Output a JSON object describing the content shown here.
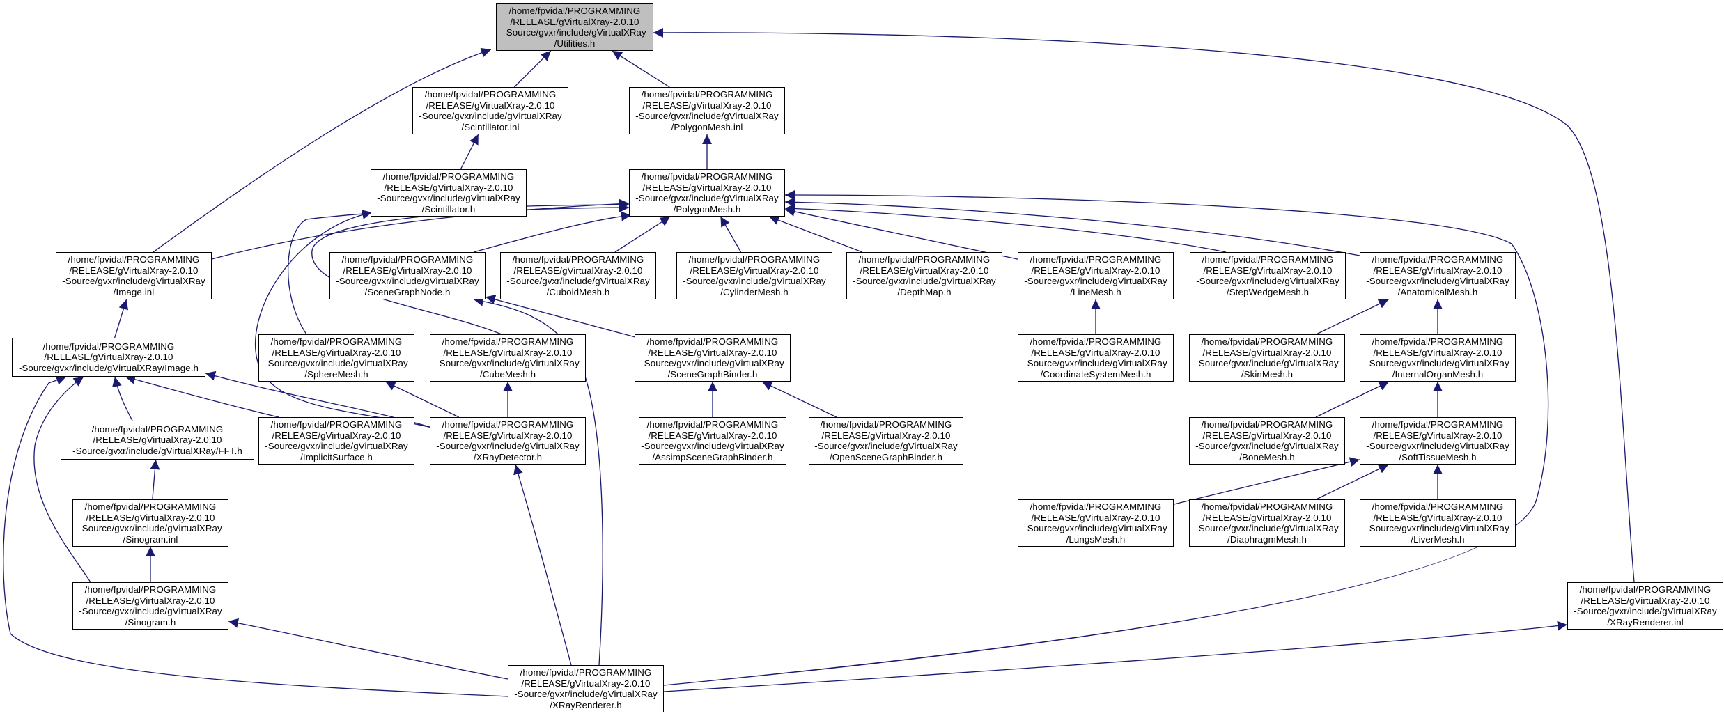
{
  "graph": {
    "edge_color": "#191970",
    "current_node_fill": "#bfbfbf",
    "nodes": [
      {
        "id": "utilities_h",
        "name": "graph-node-utilities-h",
        "label": "/home/fpvidal/PROGRAMMING\n/RELEASE/gVirtualXray-2.0.10\n-Source/gvxr/include/gVirtualXRay\n/Utilities.h",
        "current": true
      },
      {
        "id": "scintillator_inl",
        "name": "graph-node-scintillator-inl",
        "label": "/home/fpvidal/PROGRAMMING\n/RELEASE/gVirtualXray-2.0.10\n-Source/gvxr/include/gVirtualXRay\n/Scintillator.inl"
      },
      {
        "id": "polygonmesh_inl",
        "name": "graph-node-polygonmesh-inl",
        "label": "/home/fpvidal/PROGRAMMING\n/RELEASE/gVirtualXray-2.0.10\n-Source/gvxr/include/gVirtualXRay\n/PolygonMesh.inl"
      },
      {
        "id": "scintillator_h",
        "name": "graph-node-scintillator-h",
        "label": "/home/fpvidal/PROGRAMMING\n/RELEASE/gVirtualXray-2.0.10\n-Source/gvxr/include/gVirtualXRay\n/Scintillator.h"
      },
      {
        "id": "polygonmesh_h",
        "name": "graph-node-polygonmesh-h",
        "label": "/home/fpvidal/PROGRAMMING\n/RELEASE/gVirtualXray-2.0.10\n-Source/gvxr/include/gVirtualXRay\n/PolygonMesh.h"
      },
      {
        "id": "image_inl",
        "name": "graph-node-image-inl",
        "label": "/home/fpvidal/PROGRAMMING\n/RELEASE/gVirtualXray-2.0.10\n-Source/gvxr/include/gVirtualXRay\n/Image.inl"
      },
      {
        "id": "scenegraphnode_h",
        "name": "graph-node-scenegraphnode-h",
        "label": "/home/fpvidal/PROGRAMMING\n/RELEASE/gVirtualXray-2.0.10\n-Source/gvxr/include/gVirtualXRay\n/SceneGraphNode.h"
      },
      {
        "id": "cuboidmesh_h",
        "name": "graph-node-cuboidmesh-h",
        "label": "/home/fpvidal/PROGRAMMING\n/RELEASE/gVirtualXray-2.0.10\n-Source/gvxr/include/gVirtualXRay\n/CuboidMesh.h"
      },
      {
        "id": "cylindermesh_h",
        "name": "graph-node-cylindermesh-h",
        "label": "/home/fpvidal/PROGRAMMING\n/RELEASE/gVirtualXray-2.0.10\n-Source/gvxr/include/gVirtualXRay\n/CylinderMesh.h"
      },
      {
        "id": "depthmap_h",
        "name": "graph-node-depthmap-h",
        "label": "/home/fpvidal/PROGRAMMING\n/RELEASE/gVirtualXray-2.0.10\n-Source/gvxr/include/gVirtualXRay\n/DepthMap.h"
      },
      {
        "id": "linemesh_h",
        "name": "graph-node-linemesh-h",
        "label": "/home/fpvidal/PROGRAMMING\n/RELEASE/gVirtualXray-2.0.10\n-Source/gvxr/include/gVirtualXRay\n/LineMesh.h"
      },
      {
        "id": "stepwedgemesh_h",
        "name": "graph-node-stepwedgemesh-h",
        "label": "/home/fpvidal/PROGRAMMING\n/RELEASE/gVirtualXray-2.0.10\n-Source/gvxr/include/gVirtualXRay\n/StepWedgeMesh.h"
      },
      {
        "id": "anatomicalmesh_h",
        "name": "graph-node-anatomicalmesh-h",
        "label": "/home/fpvidal/PROGRAMMING\n/RELEASE/gVirtualXray-2.0.10\n-Source/gvxr/include/gVirtualXRay\n/AnatomicalMesh.h"
      },
      {
        "id": "image_h",
        "name": "graph-node-image-h",
        "label": "/home/fpvidal/PROGRAMMING\n/RELEASE/gVirtualXray-2.0.10\n-Source/gvxr/include/gVirtualXRay/Image.h"
      },
      {
        "id": "spheremesh_h",
        "name": "graph-node-spheremesh-h",
        "label": "/home/fpvidal/PROGRAMMING\n/RELEASE/gVirtualXray-2.0.10\n-Source/gvxr/include/gVirtualXRay\n/SphereMesh.h"
      },
      {
        "id": "cubemesh_h",
        "name": "graph-node-cubemesh-h",
        "label": "/home/fpvidal/PROGRAMMING\n/RELEASE/gVirtualXray-2.0.10\n-Source/gvxr/include/gVirtualXRay\n/CubeMesh.h"
      },
      {
        "id": "scenegraphbinder_h",
        "name": "graph-node-scenegraphbinder-h",
        "label": "/home/fpvidal/PROGRAMMING\n/RELEASE/gVirtualXray-2.0.10\n-Source/gvxr/include/gVirtualXRay\n/SceneGraphBinder.h"
      },
      {
        "id": "coordinatesystemmesh_h",
        "name": "graph-node-coordinatesystemmesh-h",
        "label": "/home/fpvidal/PROGRAMMING\n/RELEASE/gVirtualXray-2.0.10\n-Source/gvxr/include/gVirtualXRay\n/CoordinateSystemMesh.h"
      },
      {
        "id": "skinmesh_h",
        "name": "graph-node-skinmesh-h",
        "label": "/home/fpvidal/PROGRAMMING\n/RELEASE/gVirtualXray-2.0.10\n-Source/gvxr/include/gVirtualXRay\n/SkinMesh.h"
      },
      {
        "id": "internalorganmesh_h",
        "name": "graph-node-internalorganmesh-h",
        "label": "/home/fpvidal/PROGRAMMING\n/RELEASE/gVirtualXray-2.0.10\n-Source/gvxr/include/gVirtualXRay\n/InternalOrganMesh.h"
      },
      {
        "id": "fft_h",
        "name": "graph-node-fft-h",
        "label": "/home/fpvidal/PROGRAMMING\n/RELEASE/gVirtualXray-2.0.10\n-Source/gvxr/include/gVirtualXRay/FFT.h"
      },
      {
        "id": "implicitsurface_h",
        "name": "graph-node-implicitsurface-h",
        "label": "/home/fpvidal/PROGRAMMING\n/RELEASE/gVirtualXray-2.0.10\n-Source/gvxr/include/gVirtualXRay\n/ImplicitSurface.h"
      },
      {
        "id": "xraydetector_h",
        "name": "graph-node-xraydetector-h",
        "label": "/home/fpvidal/PROGRAMMING\n/RELEASE/gVirtualXray-2.0.10\n-Source/gvxr/include/gVirtualXRay\n/XRayDetector.h"
      },
      {
        "id": "assimpscenegraphbinder_h",
        "name": "graph-node-assimpscenegraphbinder-h",
        "label": "/home/fpvidal/PROGRAMMING\n/RELEASE/gVirtualXray-2.0.10\n-Source/gvxr/include/gVirtualXRay\n/AssimpSceneGraphBinder.h"
      },
      {
        "id": "openscenegraphbinder_h",
        "name": "graph-node-openscenegraphbinder-h",
        "label": "/home/fpvidal/PROGRAMMING\n/RELEASE/gVirtualXray-2.0.10\n-Source/gvxr/include/gVirtualXRay\n/OpenSceneGraphBinder.h"
      },
      {
        "id": "bonemesh_h",
        "name": "graph-node-bonemesh-h",
        "label": "/home/fpvidal/PROGRAMMING\n/RELEASE/gVirtualXray-2.0.10\n-Source/gvxr/include/gVirtualXRay\n/BoneMesh.h"
      },
      {
        "id": "softtissuemesh_h",
        "name": "graph-node-softtissuemesh-h",
        "label": "/home/fpvidal/PROGRAMMING\n/RELEASE/gVirtualXray-2.0.10\n-Source/gvxr/include/gVirtualXRay\n/SoftTissueMesh.h"
      },
      {
        "id": "sinogram_inl",
        "name": "graph-node-sinogram-inl",
        "label": "/home/fpvidal/PROGRAMMING\n/RELEASE/gVirtualXray-2.0.10\n-Source/gvxr/include/gVirtualXRay\n/Sinogram.inl"
      },
      {
        "id": "lungsmesh_h",
        "name": "graph-node-lungsmesh-h",
        "label": "/home/fpvidal/PROGRAMMING\n/RELEASE/gVirtualXray-2.0.10\n-Source/gvxr/include/gVirtualXRay\n/LungsMesh.h"
      },
      {
        "id": "diaphragmmesh_h",
        "name": "graph-node-diaphragmmesh-h",
        "label": "/home/fpvidal/PROGRAMMING\n/RELEASE/gVirtualXray-2.0.10\n-Source/gvxr/include/gVirtualXRay\n/DiaphragmMesh.h"
      },
      {
        "id": "livermesh_h",
        "name": "graph-node-livermesh-h",
        "label": "/home/fpvidal/PROGRAMMING\n/RELEASE/gVirtualXray-2.0.10\n-Source/gvxr/include/gVirtualXRay\n/LiverMesh.h"
      },
      {
        "id": "sinogram_h",
        "name": "graph-node-sinogram-h",
        "label": "/home/fpvidal/PROGRAMMING\n/RELEASE/gVirtualXray-2.0.10\n-Source/gvxr/include/gVirtualXRay\n/Sinogram.h"
      },
      {
        "id": "xrayrenderer_inl",
        "name": "graph-node-xrayrenderer-inl",
        "label": "/home/fpvidal/PROGRAMMING\n/RELEASE/gVirtualXray-2.0.10\n-Source/gvxr/include/gVirtualXRay\n/XRayRenderer.inl"
      },
      {
        "id": "xrayrenderer_h",
        "name": "graph-node-xrayrenderer-h",
        "label": "/home/fpvidal/PROGRAMMING\n/RELEASE/gVirtualXray-2.0.10\n-Source/gvxr/include/gVirtualXRay\n/XRayRenderer.h"
      }
    ],
    "edges": [
      {
        "from": "scintillator_inl",
        "to": "utilities_h"
      },
      {
        "from": "polygonmesh_inl",
        "to": "utilities_h"
      },
      {
        "from": "image_inl",
        "to": "utilities_h"
      },
      {
        "from": "xrayrenderer_inl",
        "to": "utilities_h"
      },
      {
        "from": "scintillator_h",
        "to": "scintillator_inl"
      },
      {
        "from": "polygonmesh_h",
        "to": "polygonmesh_inl"
      },
      {
        "from": "xraydetector_h",
        "to": "scintillator_h"
      },
      {
        "from": "image_inl",
        "to": "polygonmesh_h"
      },
      {
        "from": "scenegraphnode_h",
        "to": "polygonmesh_h"
      },
      {
        "from": "cuboidmesh_h",
        "to": "polygonmesh_h"
      },
      {
        "from": "cylindermesh_h",
        "to": "polygonmesh_h"
      },
      {
        "from": "depthmap_h",
        "to": "polygonmesh_h"
      },
      {
        "from": "linemesh_h",
        "to": "polygonmesh_h"
      },
      {
        "from": "stepwedgemesh_h",
        "to": "polygonmesh_h"
      },
      {
        "from": "anatomicalmesh_h",
        "to": "polygonmesh_h"
      },
      {
        "from": "spheremesh_h",
        "to": "polygonmesh_h"
      },
      {
        "from": "cubemesh_h",
        "to": "polygonmesh_h"
      },
      {
        "from": "xrayrenderer_h",
        "to": "polygonmesh_h"
      },
      {
        "from": "image_h",
        "to": "image_inl"
      },
      {
        "from": "scenegraphbinder_h",
        "to": "scenegraphnode_h"
      },
      {
        "from": "xrayrenderer_h",
        "to": "scenegraphnode_h"
      },
      {
        "from": "coordinatesystemmesh_h",
        "to": "linemesh_h"
      },
      {
        "from": "skinmesh_h",
        "to": "anatomicalmesh_h"
      },
      {
        "from": "internalorganmesh_h",
        "to": "anatomicalmesh_h"
      },
      {
        "from": "fft_h",
        "to": "image_h"
      },
      {
        "from": "implicitsurface_h",
        "to": "image_h"
      },
      {
        "from": "xraydetector_h",
        "to": "image_h"
      },
      {
        "from": "sinogram_h",
        "to": "image_h"
      },
      {
        "from": "xrayrenderer_h",
        "to": "image_h"
      },
      {
        "from": "xraydetector_h",
        "to": "spheremesh_h"
      },
      {
        "from": "xraydetector_h",
        "to": "cubemesh_h"
      },
      {
        "from": "assimpscenegraphbinder_h",
        "to": "scenegraphbinder_h"
      },
      {
        "from": "openscenegraphbinder_h",
        "to": "scenegraphbinder_h"
      },
      {
        "from": "bonemesh_h",
        "to": "internalorganmesh_h"
      },
      {
        "from": "softtissuemesh_h",
        "to": "internalorganmesh_h"
      },
      {
        "from": "xrayrenderer_h",
        "to": "xraydetector_h"
      },
      {
        "from": "sinogram_inl",
        "to": "fft_h"
      },
      {
        "from": "lungsmesh_h",
        "to": "softtissuemesh_h"
      },
      {
        "from": "diaphragmmesh_h",
        "to": "softtissuemesh_h"
      },
      {
        "from": "livermesh_h",
        "to": "softtissuemesh_h"
      },
      {
        "from": "sinogram_h",
        "to": "sinogram_inl"
      },
      {
        "from": "xrayrenderer_h",
        "to": "sinogram_h"
      },
      {
        "from": "xrayrenderer_h",
        "to": "xrayrenderer_inl"
      }
    ]
  }
}
